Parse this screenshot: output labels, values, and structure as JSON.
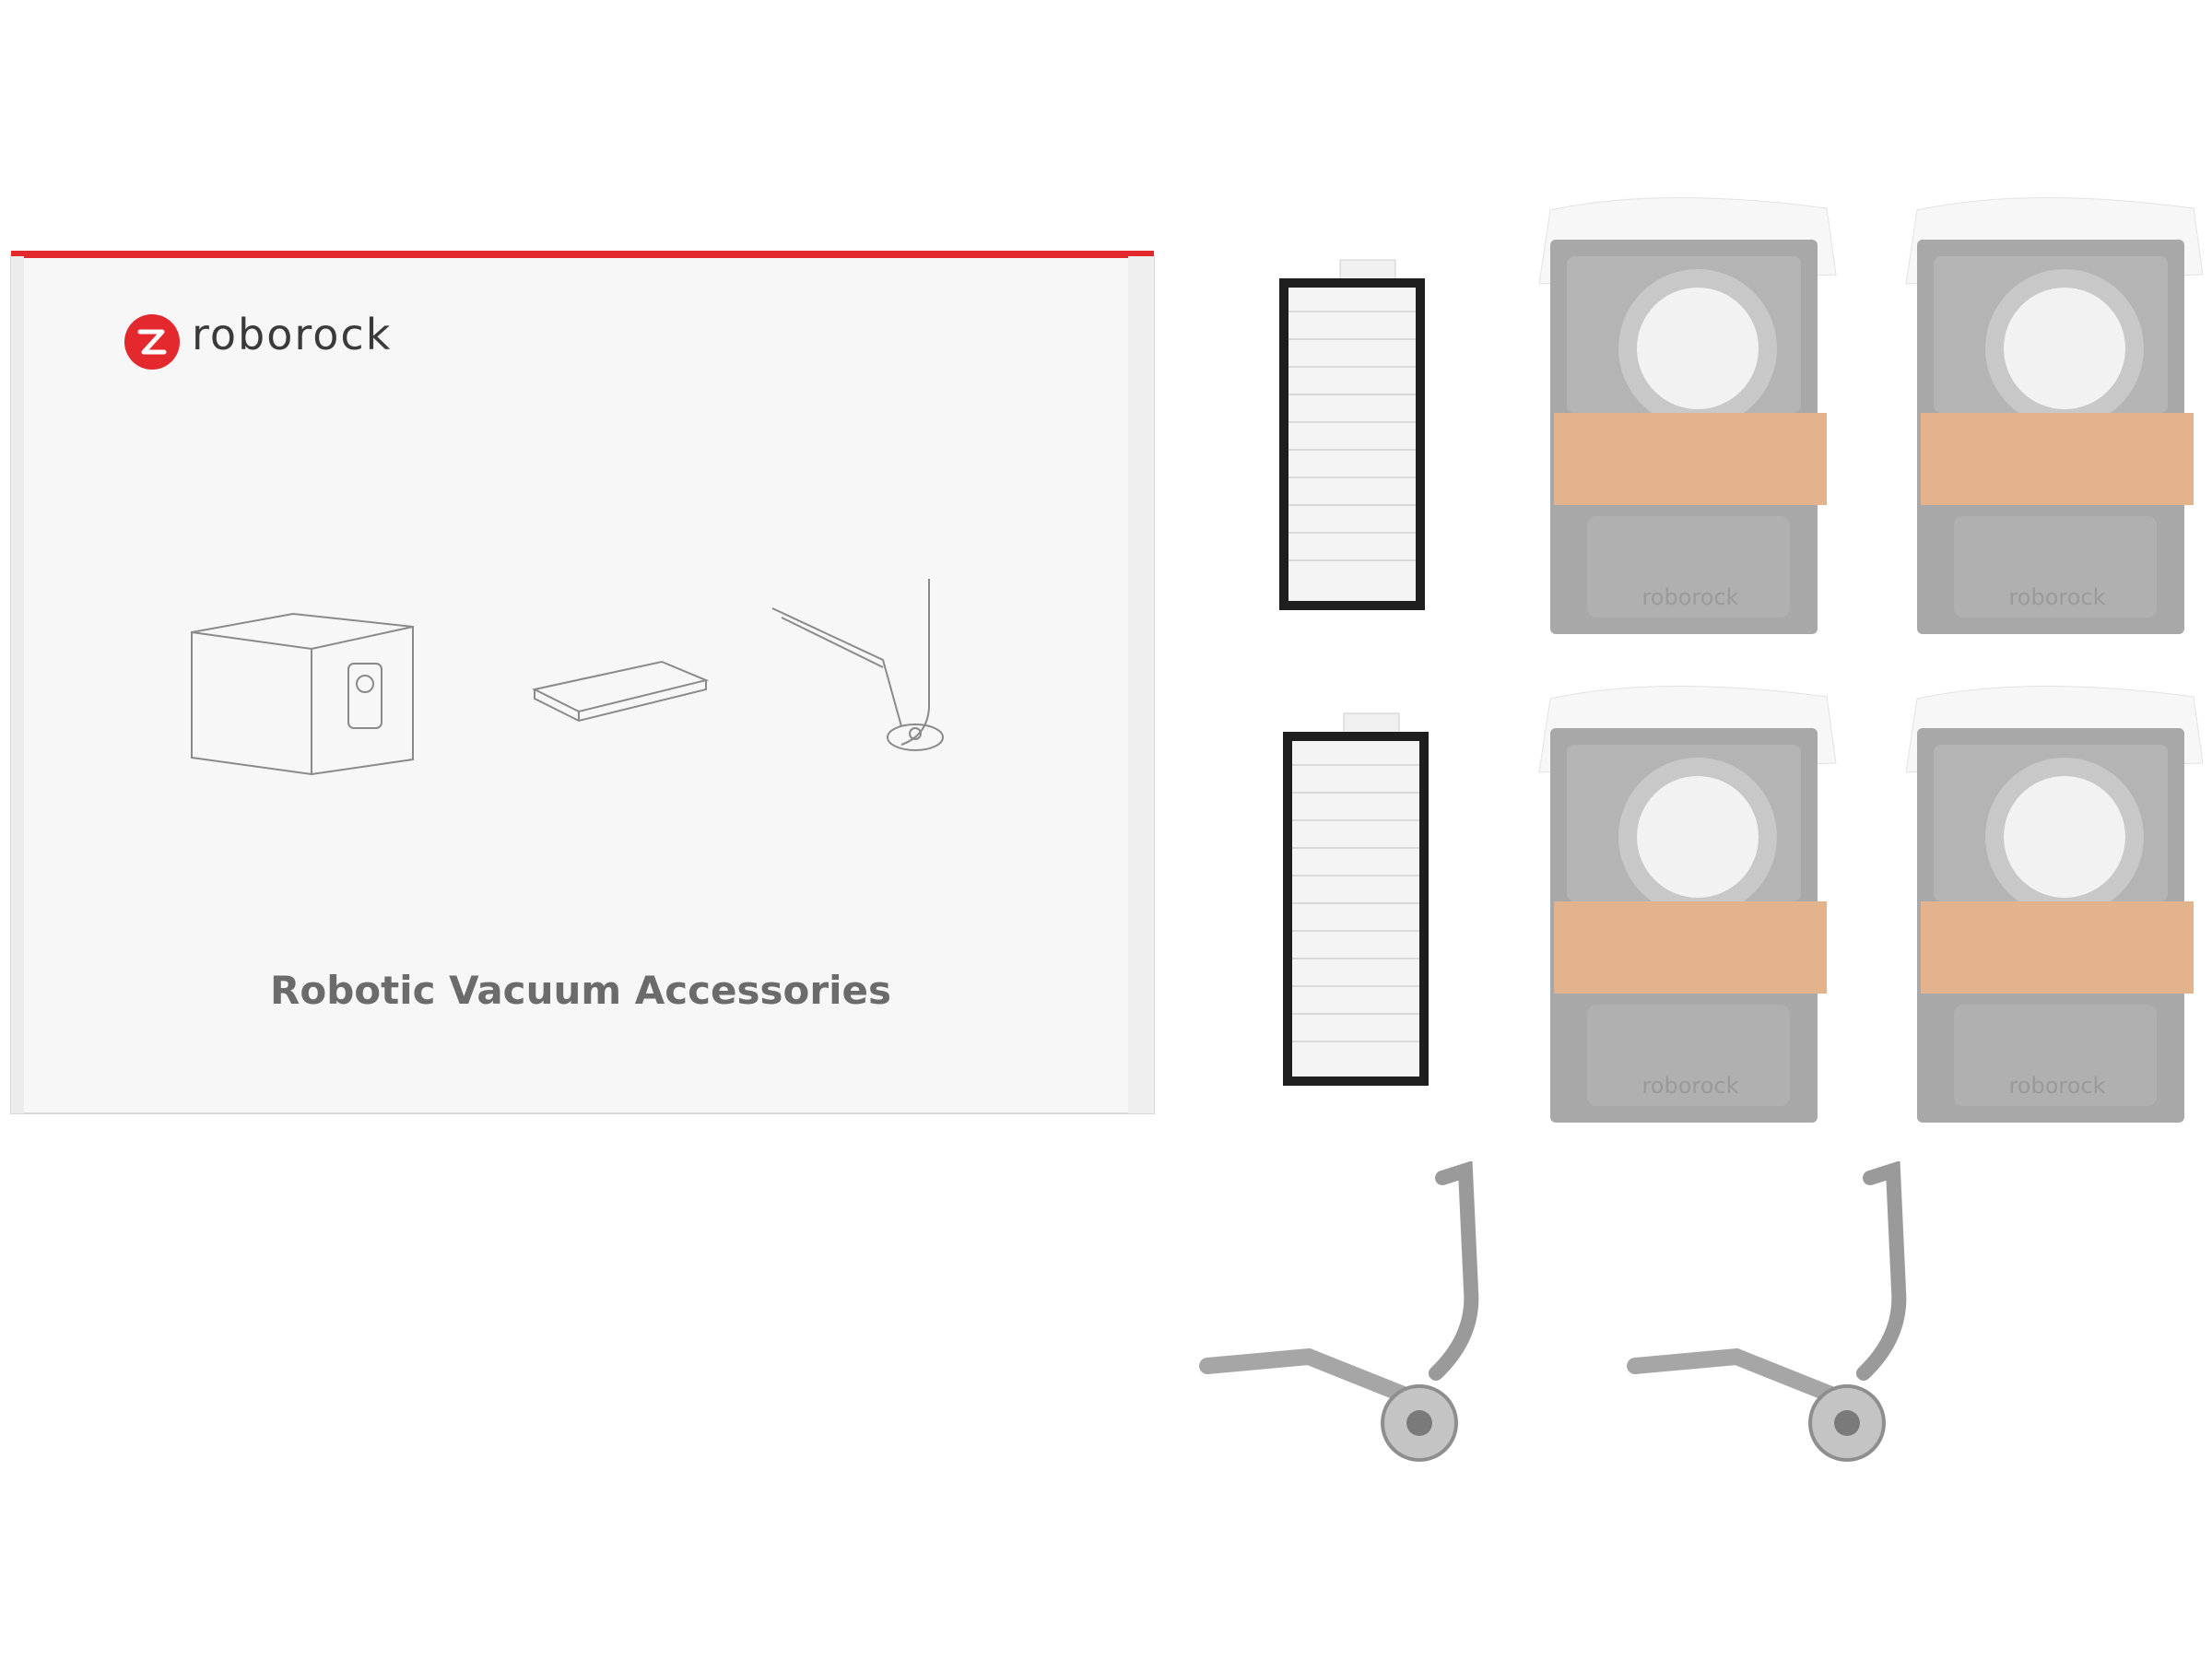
{
  "box": {
    "brand": "roborock",
    "caption": "Robotic Vacuum Accessories"
  },
  "bags": {
    "imprint": "roborock"
  },
  "colors": {
    "accent_red": "#e3282e",
    "box_white": "#f7f7f7",
    "bag_gray": "#a8a8a8",
    "band_orange": "#e3b38e",
    "filter_frame": "#1e1e1e",
    "brush_gray": "#9a9a9a"
  },
  "icons": {
    "logo": "roborock-logo-icon",
    "box_illustrations": [
      "dust-bag-illustration-icon",
      "filter-illustration-icon",
      "side-brush-illustration-icon"
    ]
  }
}
